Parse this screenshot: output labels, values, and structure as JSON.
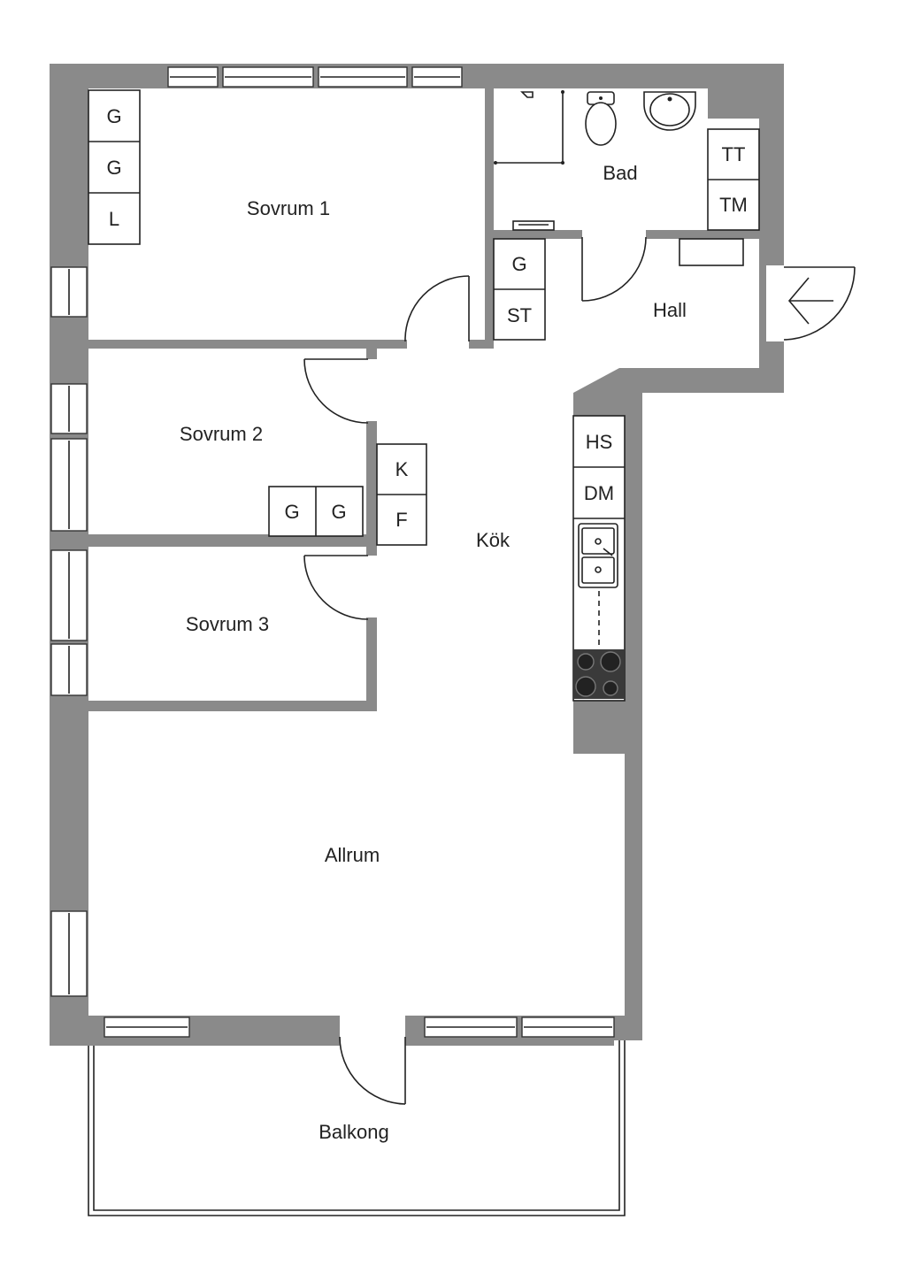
{
  "rooms": {
    "sovrum1": "Sovrum 1",
    "sovrum2": "Sovrum 2",
    "sovrum3": "Sovrum 3",
    "bad": "Bad",
    "hall": "Hall",
    "kok": "Kök",
    "allrum": "Allrum",
    "balkong": "Balkong"
  },
  "fixtures": {
    "s1_wardrobe_1": "G",
    "s1_wardrobe_2": "G",
    "s1_linen": "L",
    "hall_wardrobe": "G",
    "hall_storage": "ST",
    "bad_dryer": "TT",
    "bad_washer": "TM",
    "kok_fridge": "K",
    "kok_freezer": "F",
    "s2_wardrobe_1": "G",
    "s2_wardrobe_2": "G",
    "kok_cabinet": "HS",
    "kok_dishwasher": "DM"
  },
  "colors": {
    "wall": "#8a8a8a",
    "line": "#222222",
    "background": "#ffffff",
    "stove": "#3a3a3a"
  },
  "icons": [
    "entrance-arrow-icon",
    "toilet-icon",
    "washbasin-icon",
    "shower-icon",
    "sink-icon",
    "stove-icon"
  ]
}
